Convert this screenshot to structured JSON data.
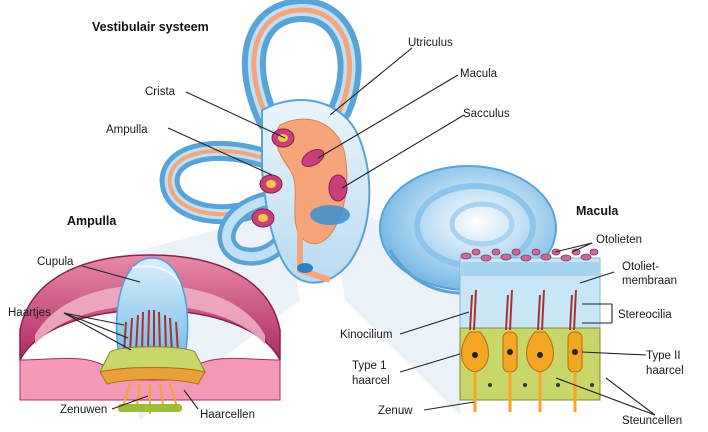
{
  "titles": {
    "vestibular": "Vestibulair systeem",
    "ampulla": "Ampulla",
    "macula": "Macula"
  },
  "labels": {
    "utriculus": "Utriculus",
    "crista": "Crista",
    "macula": "Macula",
    "ampulla": "Ampulla",
    "sacculus": "Sacculus",
    "cupula": "Cupula",
    "haartjes": "Haartjes",
    "zenuwen": "Zenuwen",
    "haarcellen": "Haarcellen",
    "otolieten": "Otolieten",
    "otoliet_membraan_line1": "Otoliet-",
    "otoliet_membraan_line2": "membraan",
    "stereocilia": "Stereocilia",
    "kinocilium": "Kinocilium",
    "type1_line1": "Type 1",
    "type1_line2": "haarcel",
    "type2_line1": "Type II",
    "type2_line2": "haarcel",
    "zenuw": "Zenuw",
    "steuncellen": "Steuncellen"
  },
  "colors": {
    "canal_blue": "#7fc0e8",
    "canal_light": "#cfe6f7",
    "membrane_orange": "#f6a57a",
    "ampulla_pink": "#c8407a",
    "cupula_blue": "#9fd3f2",
    "hair_red": "#a8322e",
    "support_green": "#c8d66a",
    "nerve_orange": "#f5a623",
    "otolith_purple": "#c86a9a"
  }
}
